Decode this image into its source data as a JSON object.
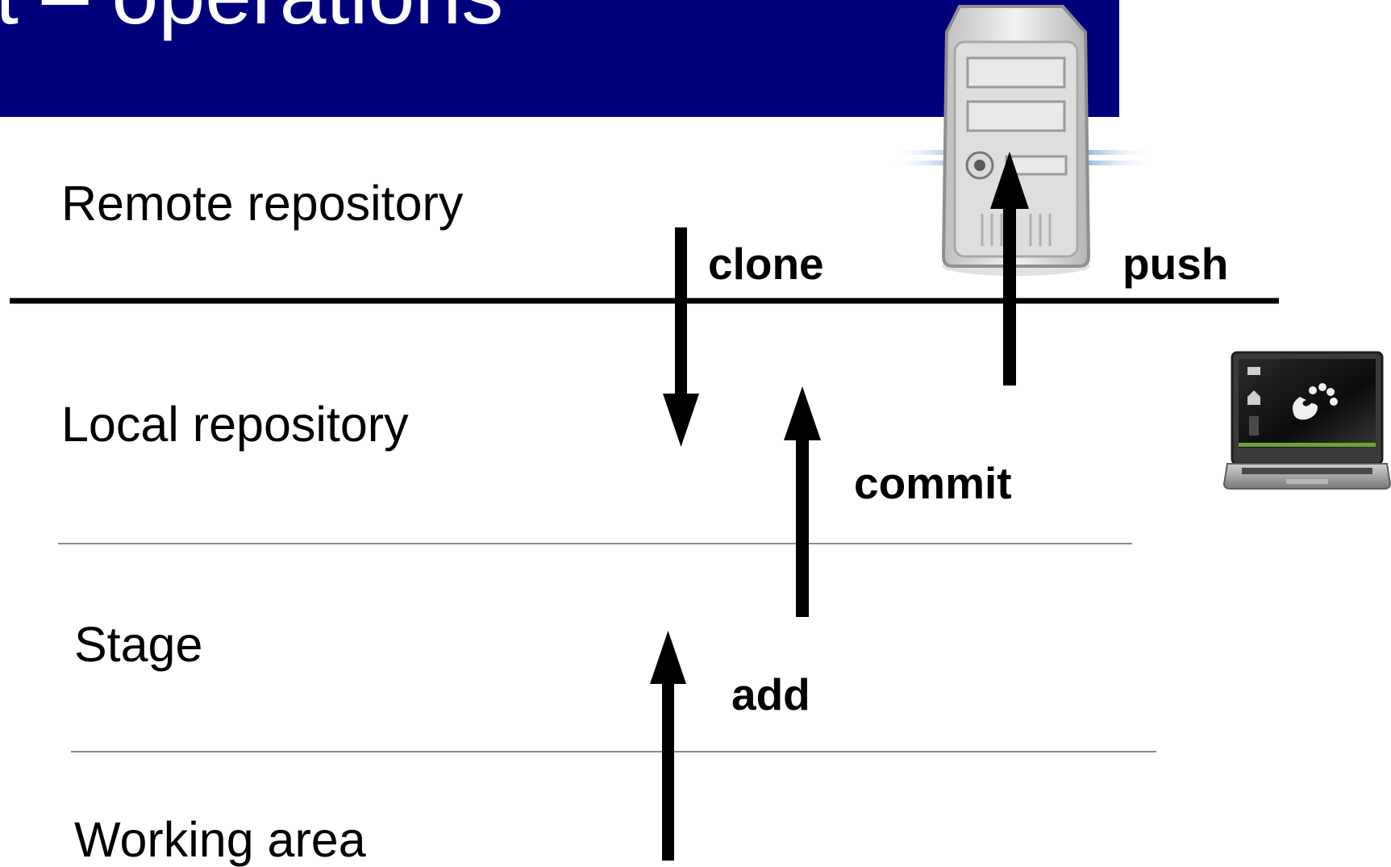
{
  "title": "t – operations",
  "colors": {
    "title_bar": "#00007d",
    "title_text": "#ffffff",
    "lines": "#000000",
    "separator": "#8a8a8a"
  },
  "levels": {
    "remote": "Remote repository",
    "local": "Local repository",
    "stage": "Stage",
    "working": "Working area"
  },
  "operations": {
    "clone": "clone",
    "push": "push",
    "commit": "commit",
    "add": "add"
  },
  "icons": {
    "server": "server-tower-icon",
    "laptop": "laptop-gnome-icon"
  }
}
